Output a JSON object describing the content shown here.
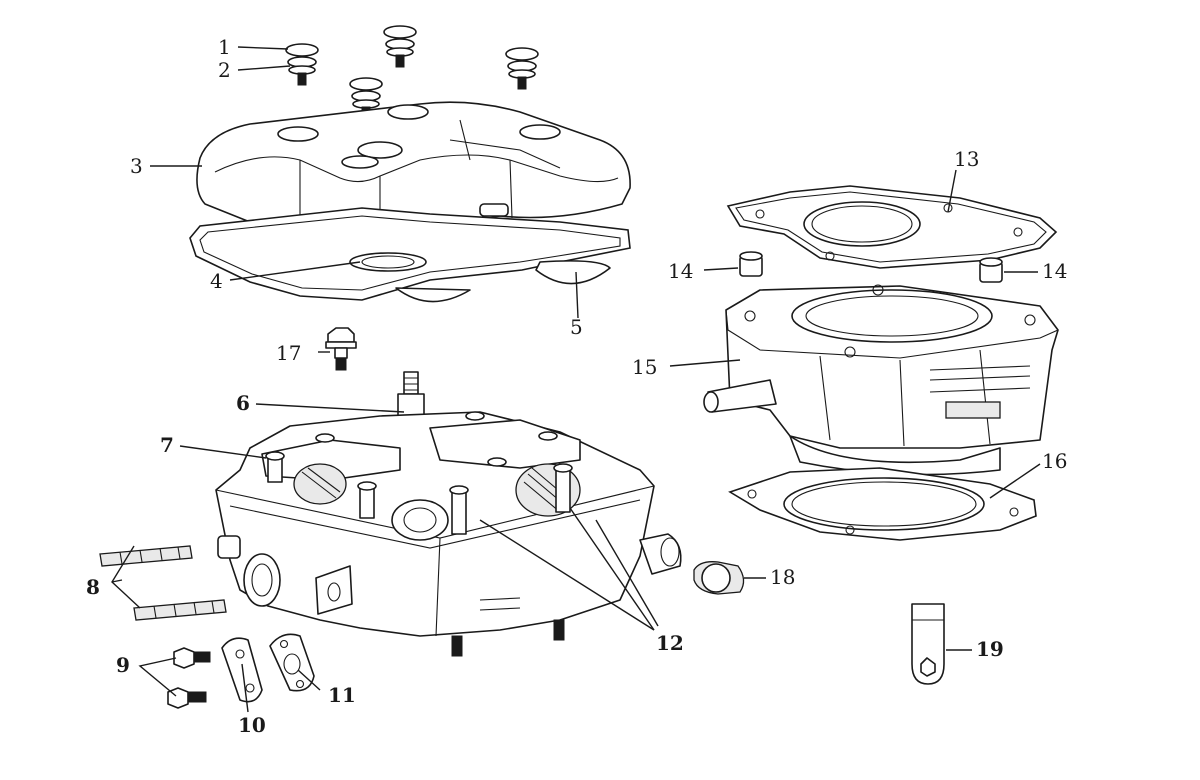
{
  "callouts": {
    "c1": "1",
    "c2": "2",
    "c3": "3",
    "c4": "4",
    "c5": "5",
    "c6": "6",
    "c7": "7",
    "c8": "8",
    "c9": "9",
    "c10": "10",
    "c11": "11",
    "c12": "12",
    "c13": "13",
    "c14a": "14",
    "c14b": "14",
    "c15": "15",
    "c16": "16",
    "c17": "17",
    "c18": "18",
    "c19": "19"
  },
  "colors": {
    "line": "#1a1a1a",
    "background": "#ffffff"
  }
}
